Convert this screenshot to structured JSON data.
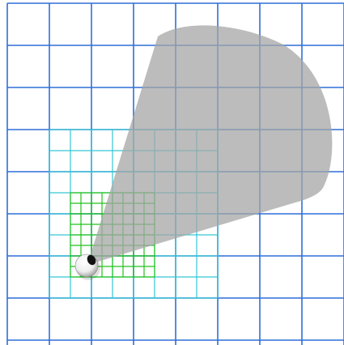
{
  "diagram": {
    "background_color": "#ffffff",
    "grids": [
      {
        "name": "coarse-grid",
        "color": "#2f6fd8"
      },
      {
        "name": "medium-grid",
        "color": "#34c6d3"
      },
      {
        "name": "fine-grid",
        "color": "#22c21a"
      }
    ],
    "view_cone": {
      "color": "#a6a6a6",
      "opacity": 0.75
    },
    "eye": {
      "icon": "eyeball-icon",
      "pupil_color": "#111111",
      "sclera_color": "#ffffff"
    }
  }
}
